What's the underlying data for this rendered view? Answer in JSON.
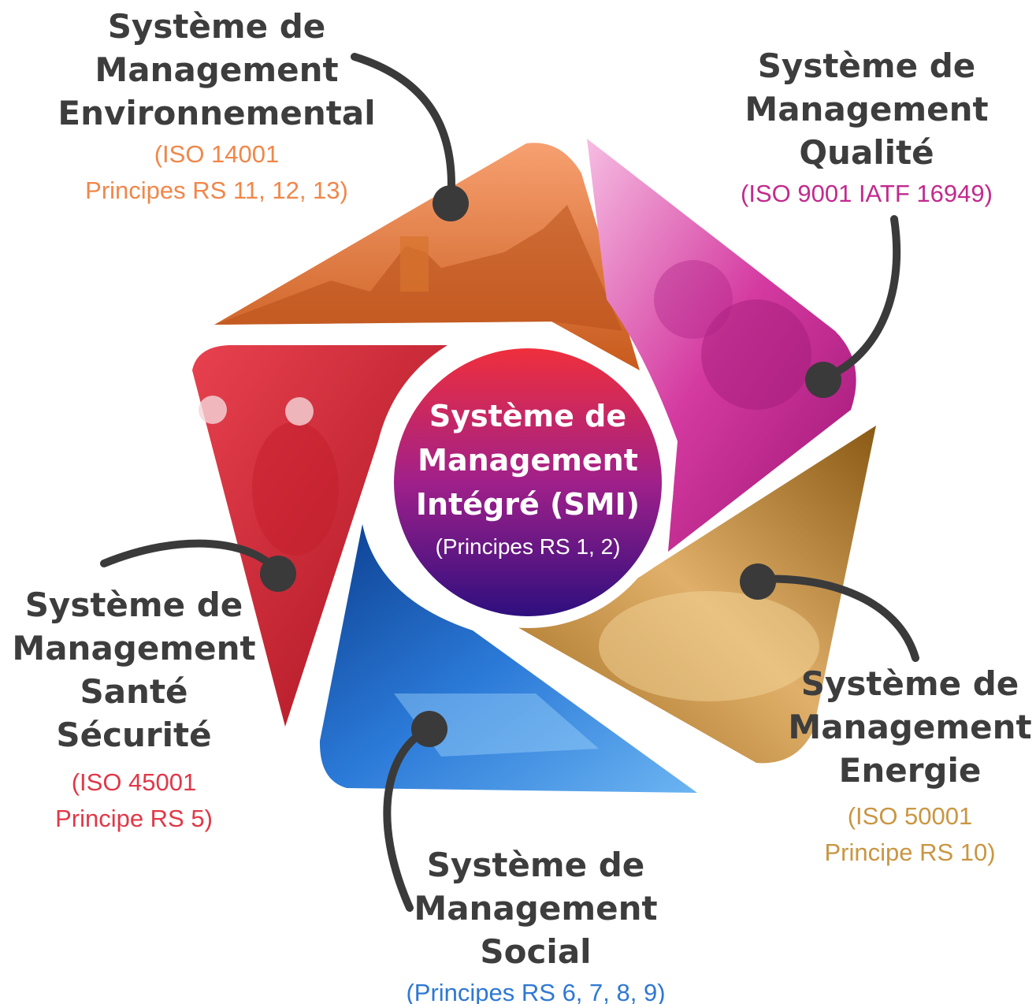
{
  "center": {
    "lines": [
      "Système de",
      "Management",
      "Intégré (SMI)"
    ],
    "sub": "(Principes RS 1, 2)"
  },
  "segments": {
    "environnemental": {
      "lines": [
        "Système de",
        "Management",
        "Environnemental"
      ],
      "sub": [
        "(ISO 14001",
        "Principes RS 11, 12, 13)"
      ],
      "color": "#f0874a"
    },
    "qualite": {
      "lines": [
        "Système de",
        "Management",
        "Qualité"
      ],
      "sub": [
        "(ISO 9001 IATF 16949)"
      ],
      "color": "#d0309a"
    },
    "energie": {
      "lines": [
        "Système de",
        "Management",
        "Energie"
      ],
      "sub": [
        "(ISO 50001",
        "Principe RS 10)"
      ],
      "color": "#c99642"
    },
    "social": {
      "lines": [
        "Système de",
        "Management",
        "Social"
      ],
      "sub": [
        "(Principes RS 6, 7, 8, 9)"
      ],
      "color": "#2f78d2"
    },
    "sante_securite": {
      "lines": [
        "Système de",
        "Management",
        "Santé Sécurité"
      ],
      "sub": [
        "(ISO 45001",
        "Principe RS 5)"
      ],
      "color": "#e03848"
    }
  },
  "connector_color": "#3a3a3a"
}
